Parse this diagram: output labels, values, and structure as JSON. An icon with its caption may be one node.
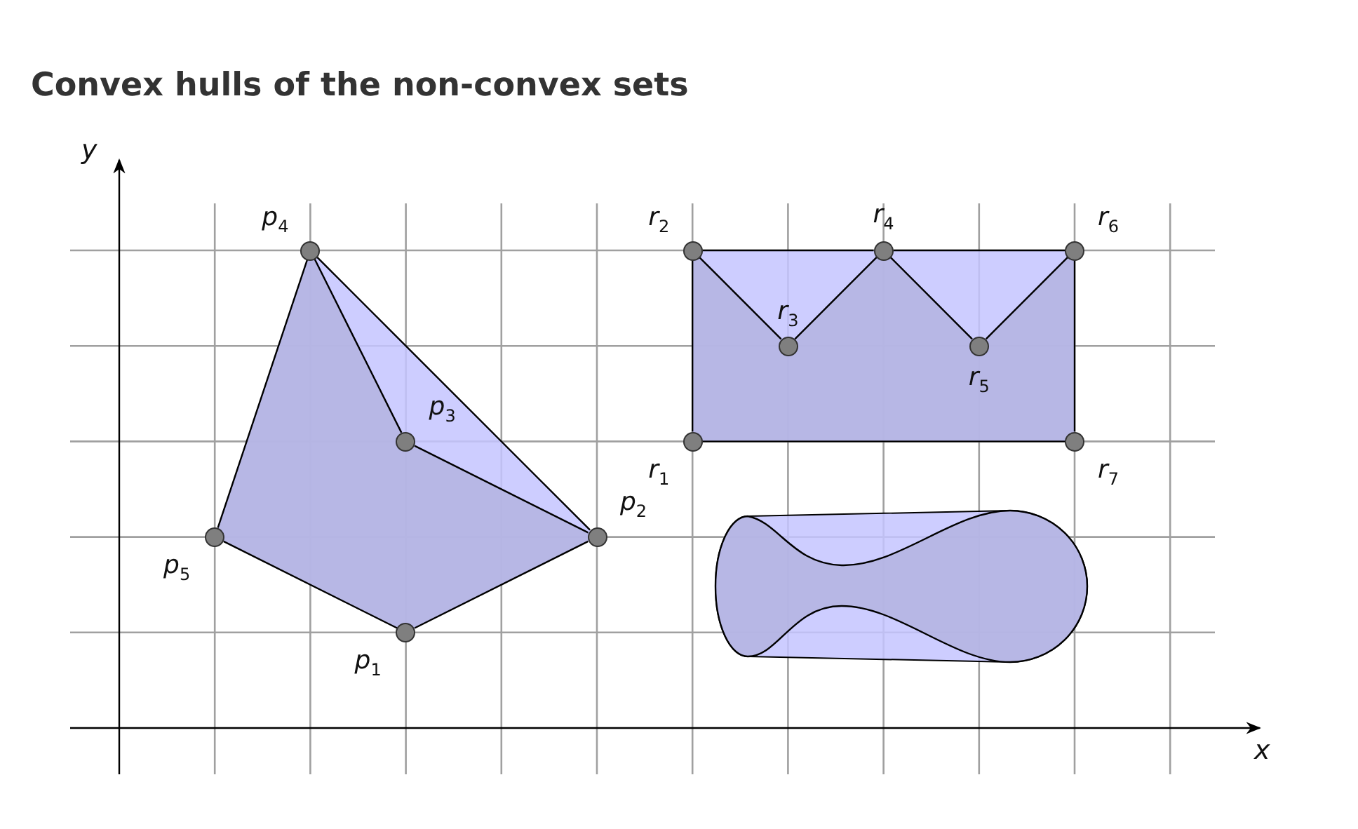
{
  "diagram": {
    "title": "Convex hulls of the non-convex sets",
    "nodes": [
      {
        "text": [
          "p$_{1}$"
        ]
      },
      {
        "text": [
          "p$_{2}$"
        ]
      },
      {
        "text": [
          "p$_{3}$"
        ]
      },
      {
        "text": [
          "p$_{4}$"
        ]
      },
      {
        "text": [
          "p$_{5}$"
        ]
      },
      {
        "text": [
          "r$_{1}$"
        ]
      },
      {
        "text": [
          "r$_{2}$"
        ]
      },
      {
        "text": [
          "r$_{3}$"
        ]
      },
      {
        "text": [
          "r$_{4}$"
        ]
      },
      {
        "text": [
          "r$_{5}$"
        ]
      },
      {
        "text": [
          "r$_{6}$"
        ]
      },
      {
        "text": [
          "r$_{7}$"
        ]
      }
    ],
    "edges": [
      {
        "from": 4,
        "to": 0,
        "arrow": "none"
      },
      {
        "from": 0,
        "to": 1,
        "arrow": "none"
      },
      {
        "from": 1,
        "to": 3,
        "arrow": "none"
      },
      {
        "from": 3,
        "to": 4,
        "arrow": "none"
      },
      {
        "from": 3,
        "to": 2,
        "arrow": "none"
      },
      {
        "from": 2,
        "to": 1,
        "arrow": "none"
      },
      {
        "from": 5,
        "to": 6,
        "arrow": "none"
      },
      {
        "from": 6,
        "to": 7,
        "arrow": "none"
      },
      {
        "from": 7,
        "to": 8,
        "arrow": "none"
      },
      {
        "from": 8,
        "to": 9,
        "arrow": "none"
      },
      {
        "from": 9,
        "to": 10,
        "arrow": "none"
      },
      {
        "from": 10,
        "to": 11,
        "arrow": "none"
      },
      {
        "from": 11,
        "to": 5,
        "arrow": "none"
      },
      {
        "from": 6,
        "to": 8,
        "arrow": "none"
      },
      {
        "from": 8,
        "to": 10,
        "arrow": "none"
      }
    ],
    "labels": [
      "y",
      "x"
    ]
  }
}
